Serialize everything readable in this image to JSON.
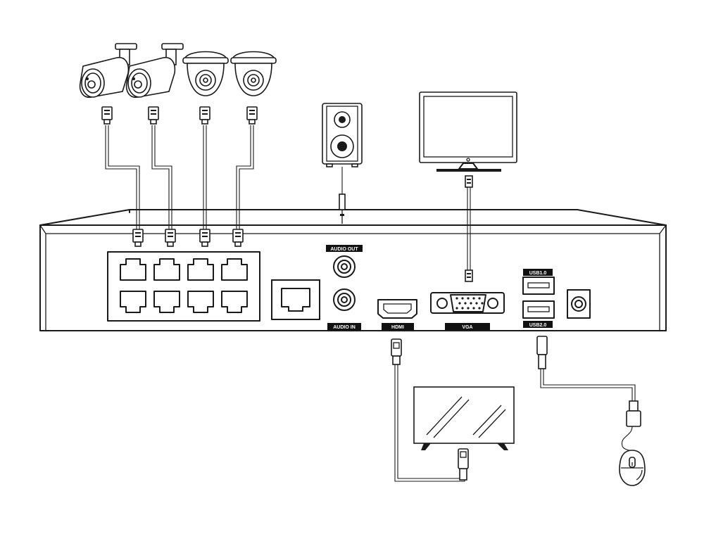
{
  "labels": {
    "audio_out": "AUDIO OUT",
    "audio_in": "AUDIO IN",
    "hdmi": "HDMI",
    "vga": "VGA",
    "usb1": "USB1.0",
    "usb2": "USB2.0"
  },
  "devices": {
    "cameras": [
      {
        "kind": "bullet-camera-icon"
      },
      {
        "kind": "bullet-camera-icon"
      },
      {
        "kind": "dome-camera-icon"
      },
      {
        "kind": "dome-camera-icon"
      }
    ],
    "speaker": "speaker-icon",
    "vga_monitor": "monitor-icon",
    "hdmi_tv": "tv-icon",
    "mouse": "mouse-icon"
  },
  "nvr": {
    "poe_port_count": 8,
    "lan_port_count": 1
  },
  "colors": {
    "line": "#1a1a1a",
    "label_bg": "#111111",
    "label_text": "#ffffff"
  }
}
